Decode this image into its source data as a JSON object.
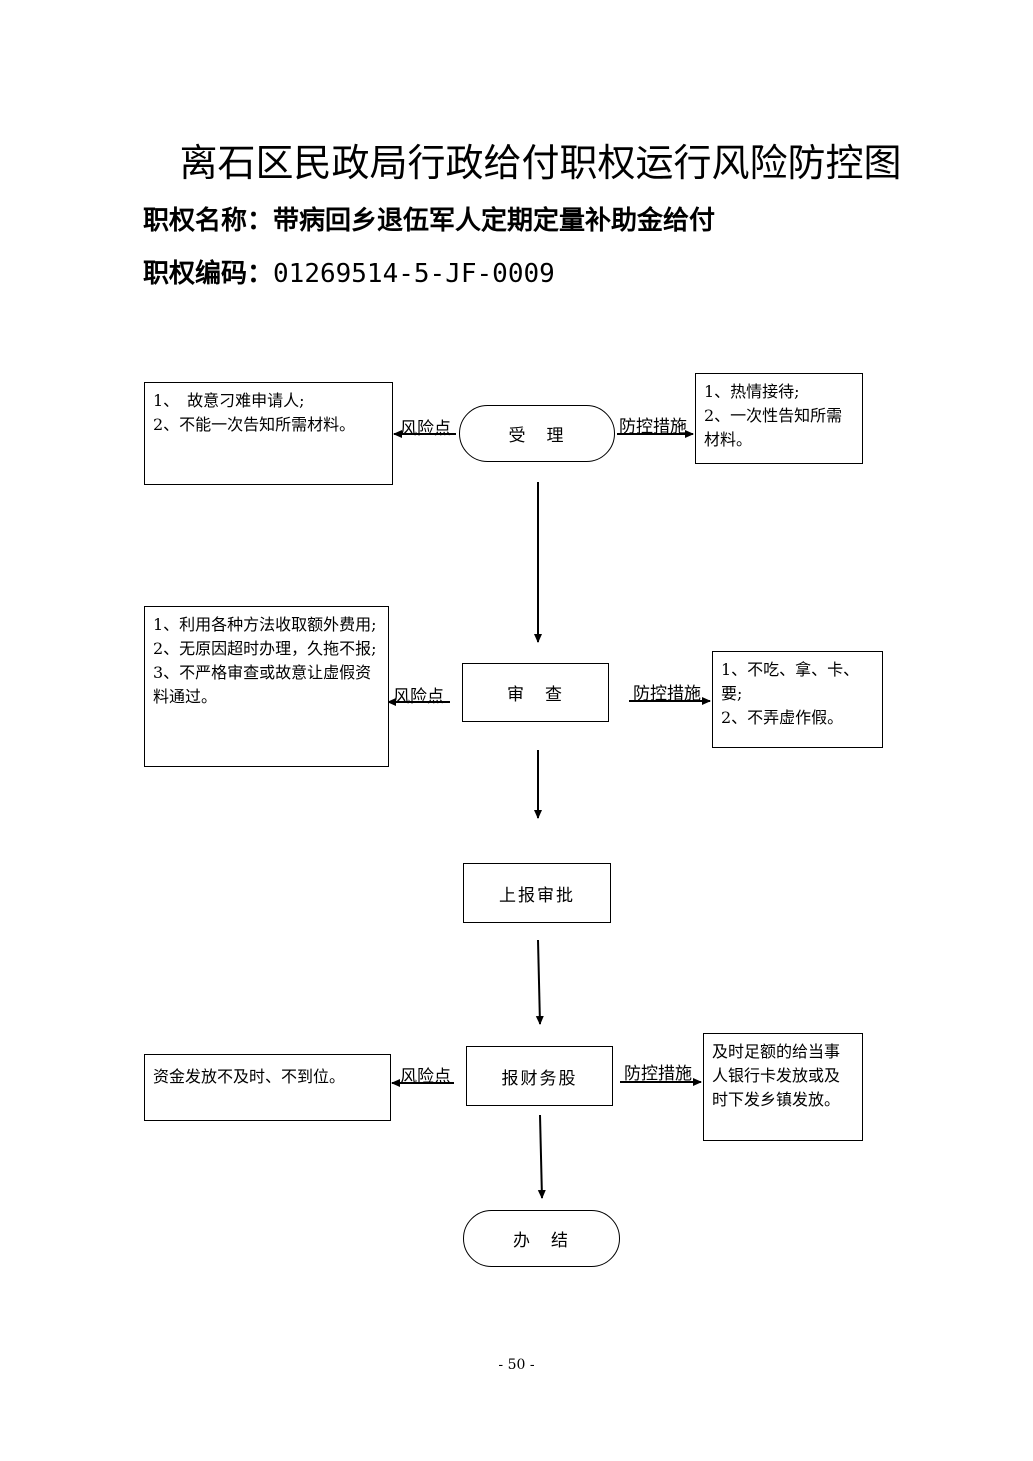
{
  "header": {
    "title": "离石区民政局行政给付职权运行风险防控图",
    "name_label": "职权名称：",
    "name_value": "带病回乡退伍军人定期定量补助金给付",
    "code_label": "职权编码：",
    "code_value": "01269514-5-JF-0009"
  },
  "labels": {
    "risk": "风险点",
    "control": "防控措施"
  },
  "steps": [
    {
      "label": "受　理"
    },
    {
      "label": "审　查"
    },
    {
      "label": "上报审批"
    },
    {
      "label": "报财务股"
    },
    {
      "label": "办　结"
    }
  ],
  "risks": [
    "1、　故意刁难申请人;\n2、不能一次告知所需材料。",
    "1、利用各种方法收取额外费用;\n2、无原因超时办理，久拖不报;\n3、不严格审查或故意让虚假资料通过。",
    "资金发放不及时、不到位。"
  ],
  "controls": [
    "1、热情接待;\n2、一次性告知所需材料。",
    "1、不吃、拿、卡、要;\n2、不弄虚作假。",
    "及时足额的给当事人银行卡发放或及时下发乡镇发放。"
  ],
  "footer": {
    "page": "- 50 -"
  }
}
